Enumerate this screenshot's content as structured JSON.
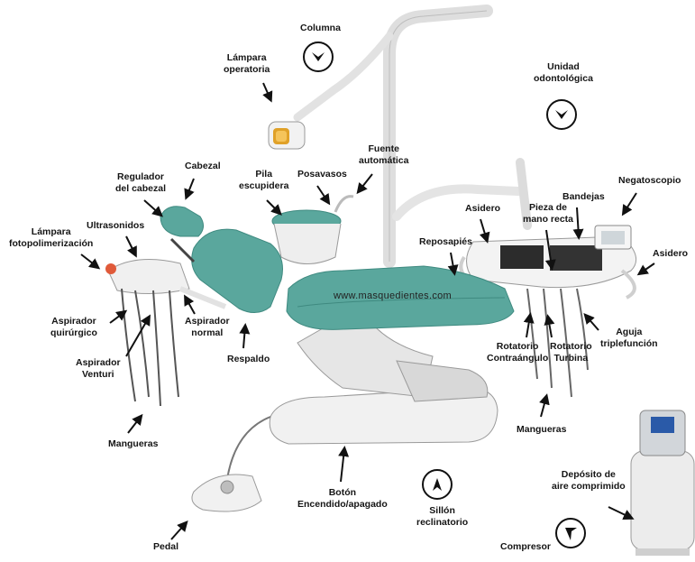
{
  "watermark": "www.masquedientes.com",
  "colors": {
    "upholstery": "#5aa79d",
    "upholstery_dark": "#3f8a80",
    "frame": "#e8e8e8",
    "outline": "#9a9a9a",
    "label": "#151515"
  },
  "labels": {
    "columna": [
      "Columna"
    ],
    "lampara_operatoria": [
      "Lámpara",
      "operatoria"
    ],
    "unidad_odontologica": [
      "Unidad",
      "odontológica"
    ],
    "fuente_automatica": [
      "Fuente",
      "automática"
    ],
    "cabezal": [
      "Cabezal"
    ],
    "regulador_cabezal": [
      "Regulador",
      "del cabezal"
    ],
    "pila_escupidera": [
      "Pila",
      "escupidera"
    ],
    "posavasos": [
      "Posavasos"
    ],
    "negatoscopio": [
      "Negatoscopio"
    ],
    "bandejas": [
      "Bandejas"
    ],
    "pieza_mano_recta": [
      "Pieza de",
      "mano recta"
    ],
    "asidero_left": [
      "Asidero"
    ],
    "asidero_right": [
      "Asidero"
    ],
    "reposapies": [
      "Reposapiés"
    ],
    "lampara_fotopolimerizacion": [
      "Lámpara",
      "fotopolimerización"
    ],
    "ultrasonidos": [
      "Ultrasonidos"
    ],
    "aspirador_quirurgico": [
      "Aspirador",
      "quirúrgico"
    ],
    "aspirador_venturi": [
      "Aspirador",
      "Venturi"
    ],
    "aspirador_normal": [
      "Aspirador",
      "normal"
    ],
    "respaldo": [
      "Respaldo"
    ],
    "mangueras_left": [
      "Mangueras"
    ],
    "mangueras_right": [
      "Mangueras"
    ],
    "rotatorio_contraangulo": [
      "Rotatorio",
      "Contraángulo"
    ],
    "rotatorio_turbina": [
      "Rotatorio",
      "Turbina"
    ],
    "aguja_triplefuncion": [
      "Aguja",
      "triplefunción"
    ],
    "boton": [
      "Botón",
      "Encendido/apagado"
    ],
    "sillon_reclinatorio": [
      "Sillón",
      "reclinatorio"
    ],
    "deposito_aire": [
      "Depósito de",
      "aire comprimido"
    ],
    "compresor": [
      "Compresor"
    ],
    "pedal": [
      "Pedal"
    ]
  },
  "section_markers": [
    {
      "name": "columna",
      "icon": "chevron-down-icon"
    },
    {
      "name": "unidad",
      "icon": "chevron-down-icon"
    },
    {
      "name": "sillon",
      "icon": "arrow-up-icon"
    },
    {
      "name": "compresor",
      "icon": "arrow-down-left-icon"
    }
  ]
}
